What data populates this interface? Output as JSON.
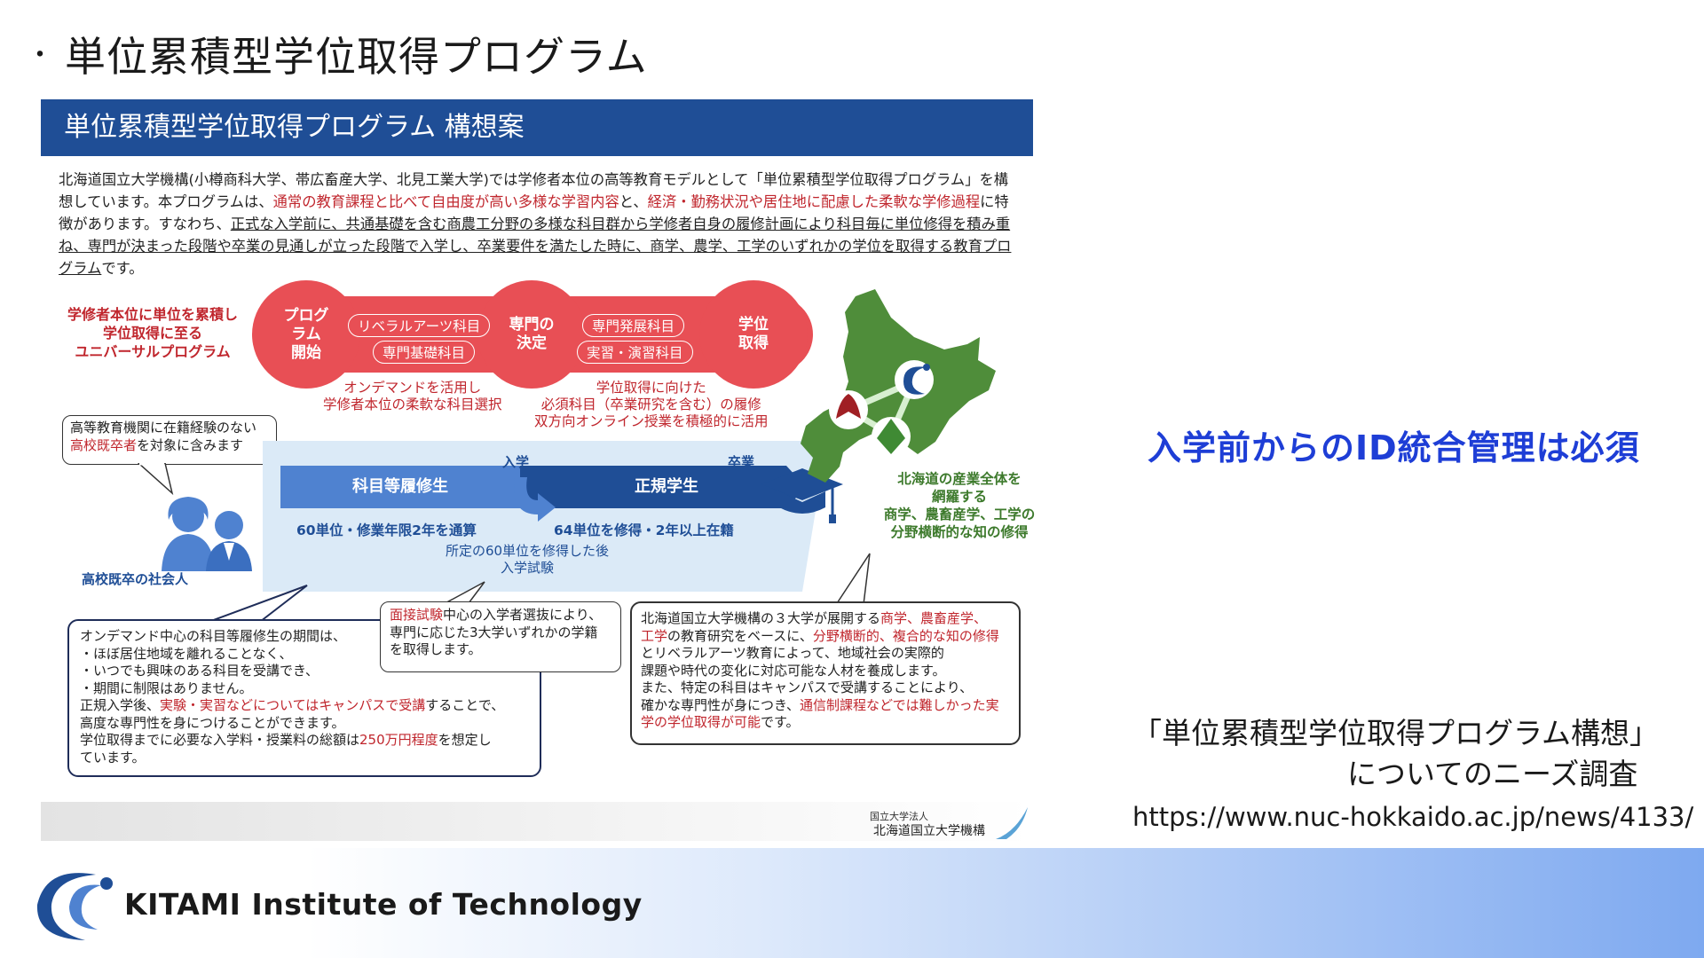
{
  "slide": {
    "bullet": "・",
    "title": "単位累積型学位取得プログラム"
  },
  "panel": {
    "header": "単位累積型学位取得プログラム 構想案",
    "intro": {
      "p1": "北海道国立大学機構(小樽商科大学、帯広畜産大学、北見工業大学)では学修者本位の高等教育モデルとして「単位累積型学位取得プログラム」を構想しています。本プログラムは、",
      "r1": "通常の教育課程と比べて自由度が高い多様な学習内容",
      "p2": "と、",
      "r2": "経済・勤務状況や居住地に配慮した柔軟な学修過程",
      "p3": "に特徴があります。すなわち、",
      "u1": "正式な入学前に、共通基礎を含む商農工分野の多様な科目群から学修者自身の履修計画により科目毎に単位修得を積み重ね、専門が決まった段階や卒業の見通しが立った段階で入学し、卒業要件を満たした時に、商学、農学、工学のいずれかの学位を取得する教育プログラム",
      "p4": "です。"
    },
    "universal": [
      "学修者本位に単位を累積し",
      "学位取得に至る",
      "ユニバーサルプログラム"
    ],
    "flow": {
      "start": [
        "プログ",
        "ラム",
        "開始"
      ],
      "liberal": "リベラルアーツ科目",
      "basic": "専門基礎科目",
      "decide": [
        "専門の",
        "決定"
      ],
      "advanced": "専門発展科目",
      "practice": "実習・演習科目",
      "degree": [
        "学位",
        "取得"
      ],
      "note1": [
        "オンデマンドを活用し",
        "学修者本位の柔軟な科目選択"
      ],
      "note2": [
        "学位取得に向けた",
        "必須科目（卒業研究を含む）の履修",
        "双方向オンライン授業を積極的に活用"
      ]
    },
    "target_bubble": {
      "line1": "高等教育機関に在籍経験のない",
      "red": "高校既卒者",
      "rest": "を対象に含みます"
    },
    "persons_label": "高校既卒の社会人",
    "stages": {
      "admission": "入学",
      "graduation": "卒業",
      "course": "科目等履修生",
      "regular": "正規学生",
      "course_note": "60単位・修業年限2年を通算",
      "regular_note": "64単位を修得・2年以上在籍",
      "exam_note": [
        "所定の60単位を修得した後",
        "入学試験"
      ]
    },
    "hokkaido_label": [
      "北海道の産業全体を",
      "網羅する",
      "商学、農畜産学、工学の",
      "分野横断的な知の修得"
    ],
    "bubble_left": {
      "l1": "オンデマンド中心の科目等履修生の期間は、",
      "l2": "・ほぼ居住地域を離れることなく、",
      "l3": "・いつでも興味のある科目を受講でき、",
      "l4": "・期間に制限はありません。",
      "l5a": "正規入学後、",
      "l5r": "実験・実習などについてはキャンパスで受講",
      "l5b": "することで、",
      "l6": "高度な専門性を身につけることができます。",
      "l7a": "学位取得までに必要な入学料・授業料の総額は",
      "l7r": "250万円程度",
      "l7b": "を想定し",
      "l8": "ています。"
    },
    "bubble_mid": {
      "red": "面接試験",
      "l1": "中心の入学者選抜により、",
      "l2": "専門に応じた3大学いずれかの学籍",
      "l3": "を取得します。"
    },
    "bubble_right": {
      "l1a": "北海道国立大学機構の３大学が展開する",
      "r1": "商学、農畜産学、",
      "r2": "工学",
      "l2a": "の教育研究をベースに、",
      "r3": "分野横断的、複合的な知の修得",
      "l3a": "とリベラルアーツ教育によって、地域社会の実際的",
      "l4": "課題や時代の変化に対応可能な人材を養成します。",
      "l5": "また、特定の科目はキャンパスで受講することにより、",
      "l6a": "確かな専門性が身につき、",
      "r4": "通信制課程などでは難しかった実学の学位取得が可能",
      "l6b": "です。"
    },
    "footer_small": "国立大学法人",
    "footer_org": "北海道国立大学機構"
  },
  "right": {
    "note": "入学前からのID統合管理は必須",
    "survey_line1": "「単位累積型学位取得プログラム構想」",
    "survey_line2": "についてのニーズ調査",
    "url": "https://www.nuc-hokkaido.ac.jp/news/4133/"
  },
  "footer": {
    "brand": "KITAMI Institute of Technology"
  },
  "colors": {
    "navy": "#1f4e96",
    "red": "#e84f55",
    "note_blue": "#1e3ed6",
    "green": "#3d7a2c"
  }
}
